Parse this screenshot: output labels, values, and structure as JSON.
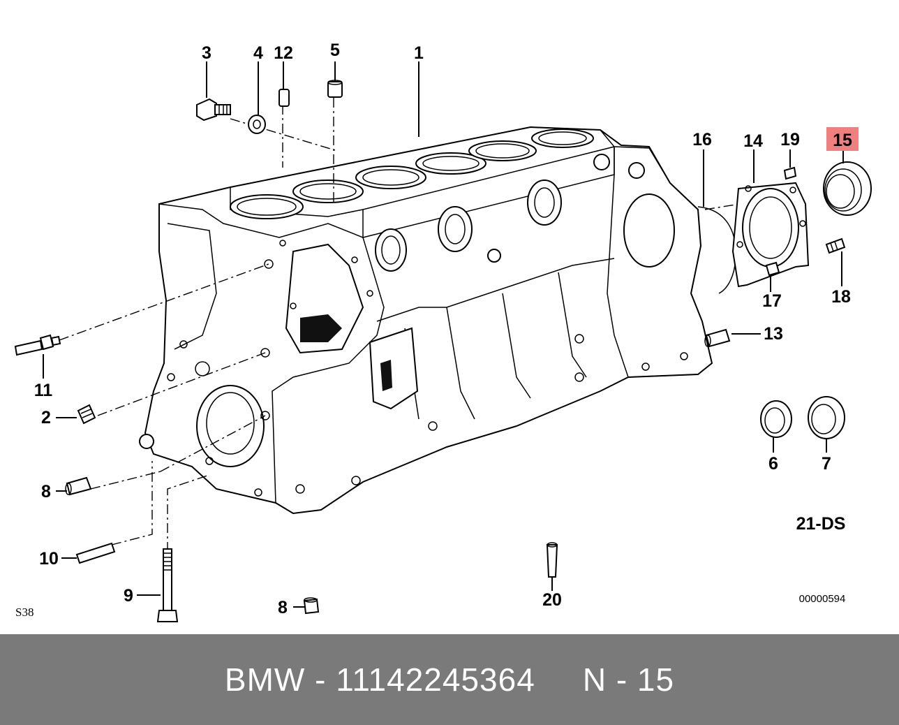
{
  "diagram": {
    "callouts": {
      "c1": "1",
      "c2": "2",
      "c3": "3",
      "c4": "4",
      "c5": "5",
      "c6": "6",
      "c7": "7",
      "c8a": "8",
      "c8b": "8",
      "c9": "9",
      "c10": "10",
      "c11": "11",
      "c12": "12",
      "c13": "13",
      "c14": "14",
      "c15": "15",
      "c16": "16",
      "c17": "17",
      "c18": "18",
      "c19": "19",
      "c20": "20"
    },
    "highlighted_callout": "15",
    "highlight_color": "#f08080",
    "group_code": "21-DS",
    "diagram_number": "00000594",
    "model_code": "S38"
  },
  "footer": {
    "brand_part": "BMW - 11142245364",
    "position_label": "N - 15",
    "background_color": "#7a7a7a",
    "text_color": "#ffffff"
  }
}
